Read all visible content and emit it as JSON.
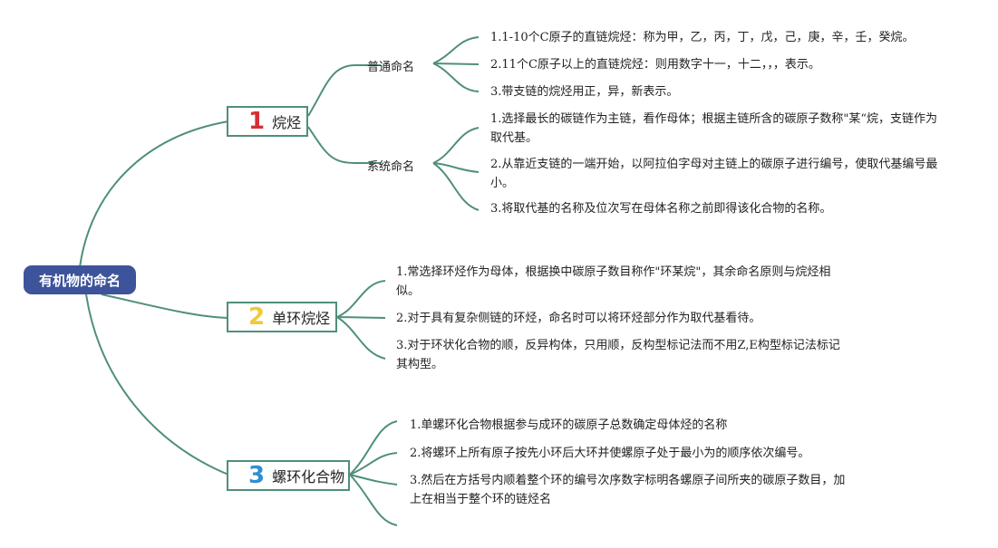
{
  "root": {
    "label": "有机物的命名"
  },
  "branches": [
    {
      "number": "1",
      "color": "#d62f36",
      "label": "烷烃",
      "subs": [
        {
          "label": "普通命名",
          "items": [
            "1.1-10个C原子的直链烷烃：称为甲，乙，丙，丁，戊，己，庚，辛，壬，癸烷。",
            "2.11个C原子以上的直链烷烃：则用数字十一，十二，，，表示。",
            "3.带支链的烷烃用正，异，新表示。"
          ]
        },
        {
          "label": "系统命名",
          "items": [
            "1.选择最长的碳链作为主链，看作母体；根据主链所含的碳原子数称\"某“烷，支链作为取代基。",
            "2.从靠近支链的一端开始，以阿拉伯字母对主链上的碳原子进行编号，使取代基编号最小。",
            "3.将取代基的名称及位次写在母体名称之前即得该化合物的名称。"
          ]
        }
      ]
    },
    {
      "number": "2",
      "color": "#f0c93a",
      "label": "单环烷烃",
      "items": [
        "1.常选择环烃作为母体，根据换中碳原子数目称作\"环某烷\"，其余命名原则与烷烃相似。",
        "2.对于具有复杂侧链的环烃，命名时可以将环烃部分作为取代基看待。",
        "3.对于环状化合物的顺，反异构体，只用顺，反构型标记法而不用Z,E构型标记法标记其构型。"
      ]
    },
    {
      "number": "3",
      "color": "#2f8fd0",
      "label": "螺环化合物",
      "items": [
        "1.单螺环化合物根据参与成环的碳原子总数确定母体烃的名称",
        "2.将螺环上所有原子按先小环后大环并使螺原子处于最小为的顺序依次编号。",
        "3.然后在方括号内顺着整个环的编号次序数字标明各螺原子间所夹的碳原子数目，加上在相当于整个环的链烃名"
      ]
    }
  ],
  "colors": {
    "root": "#3d539a",
    "line": "#4f8f78"
  }
}
